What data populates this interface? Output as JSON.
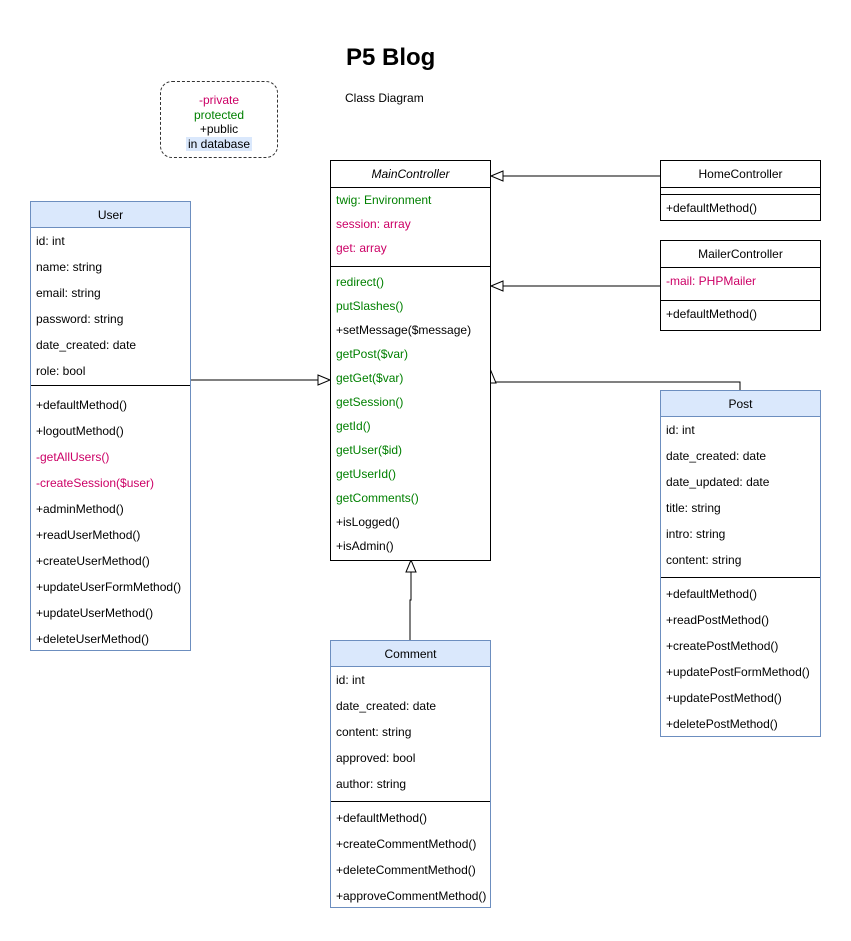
{
  "title": "P5 Blog",
  "subtitle": "Class Diagram",
  "legend": {
    "private": "-private",
    "protected": "protected",
    "public": "+public",
    "database": "in database"
  },
  "main_controller": {
    "name": "MainController",
    "attributes": [
      "twig: Environment",
      "session: array",
      "get: array"
    ],
    "methods": [
      "redirect()",
      "putSlashes()",
      "+setMessage($message)",
      "getPost($var)",
      "getGet($var)",
      "getSession()",
      "getId()",
      "getUser($id)",
      "getUserId()",
      "getComments()",
      "+isLogged()",
      "+isAdmin()"
    ]
  },
  "home_controller": {
    "name": "HomeController",
    "methods": [
      "+defaultMethod()"
    ]
  },
  "mailer_controller": {
    "name": "MailerController",
    "attributes": [
      "-mail: PHPMailer"
    ],
    "methods": [
      "+defaultMethod()"
    ]
  },
  "user": {
    "name": "User",
    "attributes": [
      "id: int",
      "name: string",
      "email: string",
      "password: string",
      "date_created: date",
      "role: bool"
    ],
    "methods": [
      "+defaultMethod()",
      "+logoutMethod()",
      "-getAllUsers()",
      "-createSession($user)",
      "+adminMethod()",
      "+readUserMethod()",
      "+createUserMethod()",
      "+updateUserFormMethod()",
      "+updateUserMethod()",
      "+deleteUserMethod()"
    ]
  },
  "post": {
    "name": "Post",
    "attributes": [
      "id: int",
      "date_created: date",
      "date_updated: date",
      "title: string",
      "intro: string",
      "content: string"
    ],
    "methods": [
      "+defaultMethod()",
      "+readPostMethod()",
      "+createPostMethod()",
      "+updatePostFormMethod()",
      "+updatePostMethod()",
      "+deletePostMethod()"
    ]
  },
  "comment": {
    "name": "Comment",
    "attributes": [
      "id: int",
      "date_created: date",
      "content: string",
      "approved: bool",
      "author: string"
    ],
    "methods": [
      "+defaultMethod()",
      "+createCommentMethod()",
      "+deleteCommentMethod()",
      "+approveCommentMethod()"
    ]
  },
  "colors": {
    "private": "#cc0066",
    "protected": "#008000",
    "database_fill": "#dae8fc",
    "database_border": "#6c8ebf"
  }
}
